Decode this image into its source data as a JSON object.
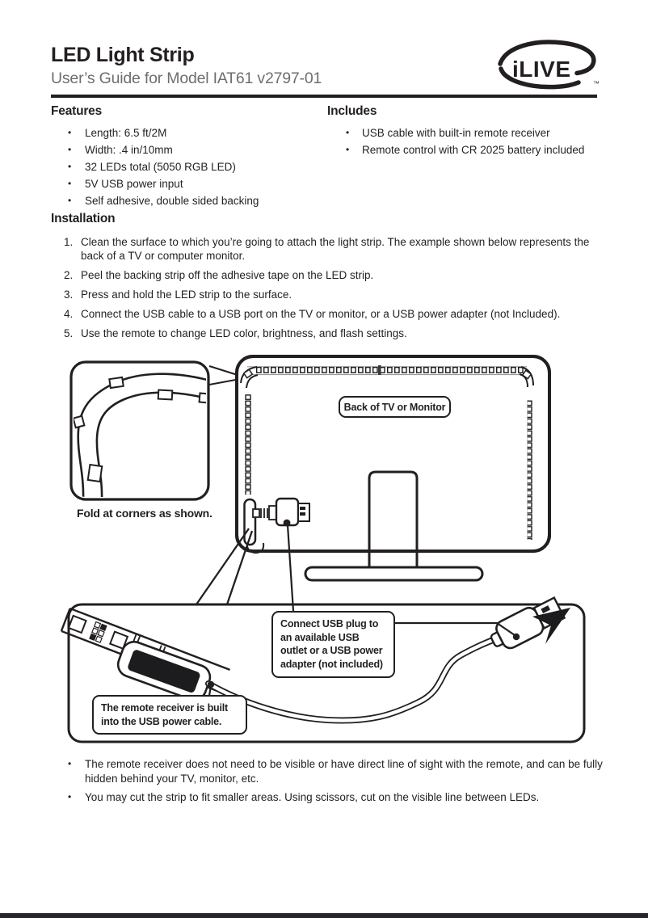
{
  "header": {
    "title": "LED Light Strip",
    "subtitle": "User’s Guide for Model IAT61 v2797-01",
    "logo_text": "iLIVE",
    "logo_tm": "™"
  },
  "features": {
    "heading": "Features",
    "items": [
      "Length: 6.5 ft/2M",
      "Width: .4 in/10mm",
      "32 LEDs total (5050 RGB LED)",
      "5V USB power input",
      "Self adhesive, double sided backing"
    ]
  },
  "includes": {
    "heading": "Includes",
    "items": [
      "USB cable with built-in remote receiver",
      "Remote control with CR 2025 battery included"
    ]
  },
  "installation": {
    "heading": "Installation",
    "steps": [
      "Clean the surface to which you’re going to attach the light strip. The example shown below represents the back of a TV or computer monitor.",
      "Peel the backing strip off the adhesive tape on the LED strip.",
      "Press and hold the LED strip to the surface.",
      "Connect the USB cable to a USB port on the TV or monitor, or a USB power adapter (not Included).",
      "Use the remote to change LED color, brightness, and flash settings."
    ]
  },
  "diagram": {
    "fold_caption": "Fold at corners as shown.",
    "tv_label": "Back of TV or Monitor",
    "usb_callout": "Connect USB plug to an available USB outlet or a USB power adapter (not included)",
    "receiver_callout": "The remote receiver is built into the USB power cable."
  },
  "notes": {
    "items": [
      "The remote receiver does not need to be visible or have direct line of sight with the remote, and can be fully hidden behind your TV, monitor, etc.",
      "You may cut the strip to fit smaller areas. Using scissors, cut on the visible line between LEDs."
    ]
  },
  "colors": {
    "ink": "#231f20",
    "subtitle_gray": "#6d6e71",
    "footer_bar": "#26262b"
  }
}
